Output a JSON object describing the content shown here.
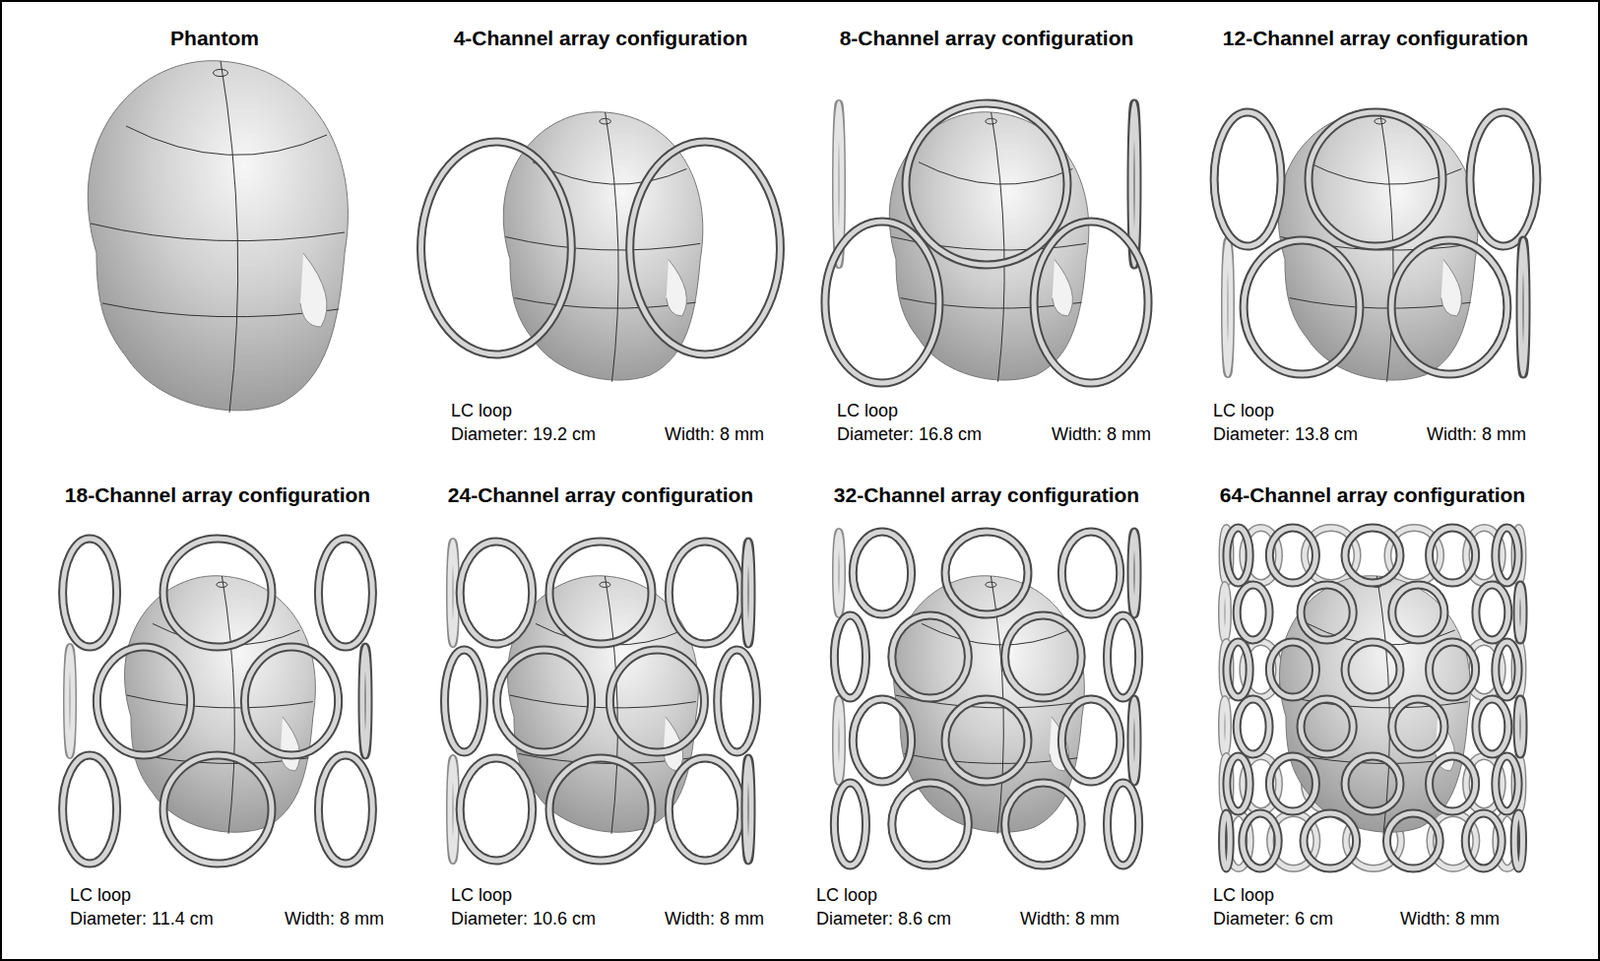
{
  "diagram": {
    "labels": [
      "Phantom",
      "4-Channel array configuration",
      "LC loop",
      "Diameter: 19.2 cm",
      "Width: 8 mm",
      "8-Channel array configuration",
      "LC loop",
      "Diameter: 16.8 cm",
      "Width: 8 mm",
      "12-Channel array configuration",
      "LC loop",
      "Diameter: 13.8 cm",
      "Width: 8 mm",
      "18-Channel array configuration",
      "LC loop",
      "Diameter: 11.4 cm",
      "Width: 8 mm",
      "24-Channel array configuration",
      "LC loop",
      "Diameter: 10.6 cm",
      "Width: 8 mm",
      "32-Channel array configuration",
      "LC loop",
      "Diameter: 8.6 cm",
      "Width: 8 mm",
      "64-Channel array configuration",
      "LC loop",
      "Diameter: 6 cm",
      "Width: 8 mm"
    ]
  }
}
